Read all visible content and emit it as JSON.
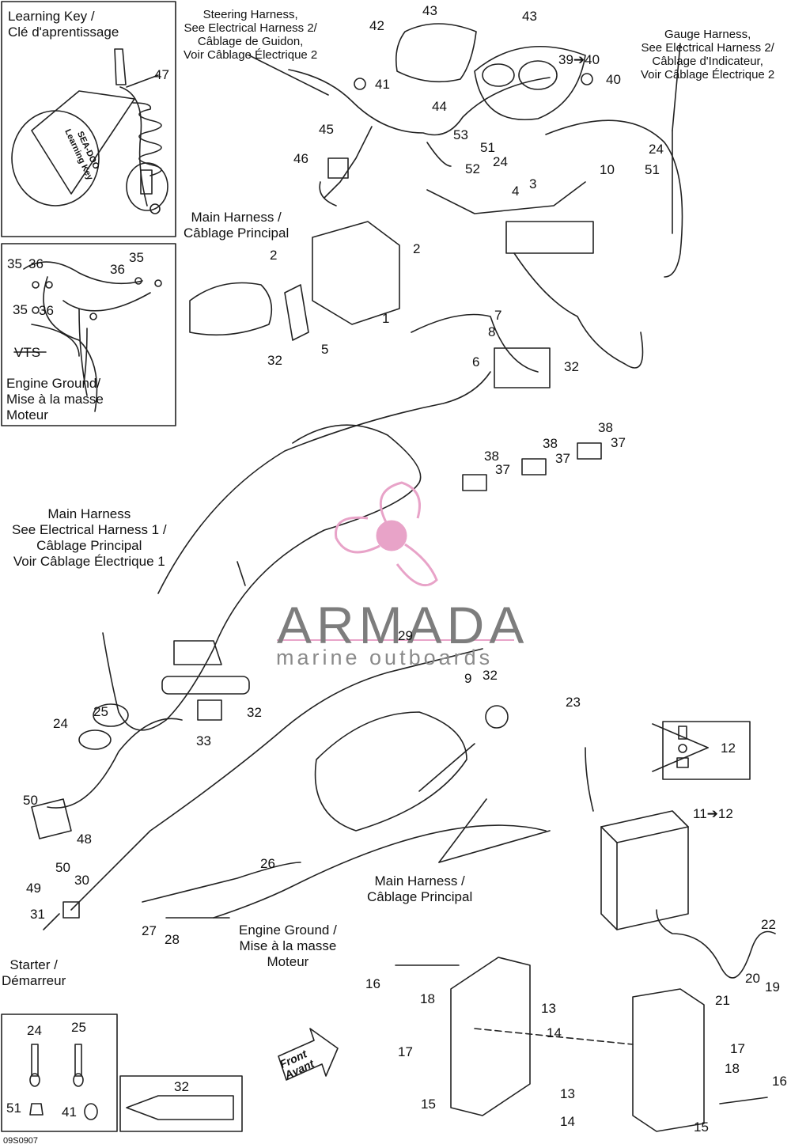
{
  "callouts": [
    {
      "id": "c1",
      "text": "1"
    },
    {
      "id": "c2a",
      "text": "2"
    },
    {
      "id": "c2b",
      "text": "2"
    },
    {
      "id": "c3",
      "text": "3"
    },
    {
      "id": "c4",
      "text": "4"
    },
    {
      "id": "c5",
      "text": "5"
    },
    {
      "id": "c6",
      "text": "6"
    },
    {
      "id": "c7",
      "text": "7"
    },
    {
      "id": "c8",
      "text": "8"
    },
    {
      "id": "c9",
      "text": "9"
    },
    {
      "id": "c10",
      "text": "10"
    },
    {
      "id": "c11",
      "text": "11➔12"
    },
    {
      "id": "c12",
      "text": "12"
    },
    {
      "id": "c13a",
      "text": "13"
    },
    {
      "id": "c13b",
      "text": "13"
    },
    {
      "id": "c14a",
      "text": "14"
    },
    {
      "id": "c14b",
      "text": "14"
    },
    {
      "id": "c15a",
      "text": "15"
    },
    {
      "id": "c15b",
      "text": "15"
    },
    {
      "id": "c16a",
      "text": "16"
    },
    {
      "id": "c16b",
      "text": "16"
    },
    {
      "id": "c17a",
      "text": "17"
    },
    {
      "id": "c17b",
      "text": "17"
    },
    {
      "id": "c18a",
      "text": "18"
    },
    {
      "id": "c18b",
      "text": "18"
    },
    {
      "id": "c19",
      "text": "19"
    },
    {
      "id": "c20",
      "text": "20"
    },
    {
      "id": "c21",
      "text": "21"
    },
    {
      "id": "c22",
      "text": "22"
    },
    {
      "id": "c23",
      "text": "23"
    },
    {
      "id": "c24a",
      "text": "24"
    },
    {
      "id": "c24b",
      "text": "24"
    },
    {
      "id": "c24c",
      "text": "24"
    },
    {
      "id": "c24d",
      "text": "24"
    },
    {
      "id": "c25a",
      "text": "25"
    },
    {
      "id": "c25b",
      "text": "25"
    },
    {
      "id": "c26",
      "text": "26"
    },
    {
      "id": "c27",
      "text": "27"
    },
    {
      "id": "c28",
      "text": "28"
    },
    {
      "id": "c29",
      "text": "29"
    },
    {
      "id": "c30",
      "text": "30"
    },
    {
      "id": "c31",
      "text": "31"
    },
    {
      "id": "c32a",
      "text": "32"
    },
    {
      "id": "c32b",
      "text": "32"
    },
    {
      "id": "c32c",
      "text": "32"
    },
    {
      "id": "c32d",
      "text": "32"
    },
    {
      "id": "c32e",
      "text": "32"
    },
    {
      "id": "c33",
      "text": "33"
    },
    {
      "id": "c35a",
      "text": "35"
    },
    {
      "id": "c35b",
      "text": "35"
    },
    {
      "id": "c35c",
      "text": "35"
    },
    {
      "id": "c36a",
      "text": "36"
    },
    {
      "id": "c36b",
      "text": "36"
    },
    {
      "id": "c36c",
      "text": "36"
    },
    {
      "id": "c37a",
      "text": "37"
    },
    {
      "id": "c37b",
      "text": "37"
    },
    {
      "id": "c37c",
      "text": "37"
    },
    {
      "id": "c38a",
      "text": "38"
    },
    {
      "id": "c38b",
      "text": "38"
    },
    {
      "id": "c38c",
      "text": "38"
    },
    {
      "id": "c39",
      "text": "39➔40"
    },
    {
      "id": "c40",
      "text": "40"
    },
    {
      "id": "c41a",
      "text": "41"
    },
    {
      "id": "c41b",
      "text": "41"
    },
    {
      "id": "c42",
      "text": "42"
    },
    {
      "id": "c43a",
      "text": "43"
    },
    {
      "id": "c43b",
      "text": "43"
    },
    {
      "id": "c44",
      "text": "44"
    },
    {
      "id": "c45",
      "text": "45"
    },
    {
      "id": "c46",
      "text": "46"
    },
    {
      "id": "c47",
      "text": "47"
    },
    {
      "id": "c48",
      "text": "48"
    },
    {
      "id": "c49",
      "text": "49"
    },
    {
      "id": "c50a",
      "text": "50"
    },
    {
      "id": "c50b",
      "text": "50"
    },
    {
      "id": "c51a",
      "text": "51"
    },
    {
      "id": "c51b",
      "text": "51"
    },
    {
      "id": "c51c",
      "text": "51"
    },
    {
      "id": "c52",
      "text": "52"
    },
    {
      "id": "c53",
      "text": "53"
    }
  ],
  "notes": {
    "learning_key": [
      "Learning Key /",
      "Clé d'aprentissage"
    ],
    "key_fob": [
      "SEA-DOO",
      "Learning Key"
    ],
    "steering_harness": [
      "Steering Harness,",
      "See Electrical Harness 2/",
      "Câblage de Guidon,",
      "Voir Câblage Électrique 2"
    ],
    "gauge_harness": [
      "Gauge Harness,",
      "See Electrical Harness 2/",
      "Câblage d'Indicateur,",
      "Voir Câblage Électrique 2"
    ],
    "main_harness_top": [
      "Main Harness /",
      "Câblage Principal"
    ],
    "vts": "VTS",
    "engine_ground_inset": [
      "Engine Ground/",
      "Mise à la masse",
      "Moteur"
    ],
    "main_harness_1": [
      "Main Harness",
      "See Electrical Harness 1 /",
      "Câblage Principal",
      "Voir Câblage Électrique 1"
    ],
    "main_harness_bottom": [
      "Main Harness /",
      "Câblage Principal"
    ],
    "engine_ground_bottom": [
      "Engine Ground /",
      "Mise à la masse",
      "Moteur"
    ],
    "starter": [
      "Starter /",
      "Démarreur"
    ],
    "front": [
      "Front",
      "Avant"
    ]
  },
  "watermark": {
    "brand": "ARMADA",
    "tagline": "marine outboards",
    "accent": "#e8a3c8"
  },
  "diagram_code": "09S0907"
}
